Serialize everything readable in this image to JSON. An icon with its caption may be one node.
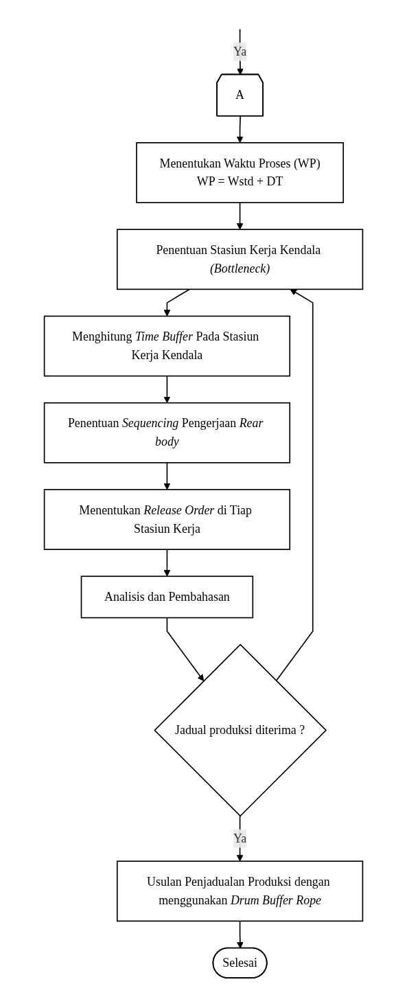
{
  "diagram": {
    "nodes": [
      {
        "text": [
          "A"
        ]
      },
      {
        "text": [
          "Menentukan Waktu Proses (WP)",
          "WP  = Wstd + DT"
        ]
      },
      {
        "text": [
          "Penentuan Stasiun Kerja Kendala *(Bottleneck)*"
        ]
      },
      {
        "text": [
          "Menghitung *Time Buffer* Pada Stasiun Kerja Kendala"
        ]
      },
      {
        "text": [
          "Penentuan *Sequencing* Pengerjaan *Rear body*"
        ]
      },
      {
        "text": [
          "Menentukan *Release Order* di Tiap Stasiun Kerja"
        ]
      },
      {
        "text": [
          "Analisis dan Pembahasan"
        ]
      },
      {
        "text": [
          "Jadual produksi diterima ?"
        ]
      },
      {
        "text": [
          "Usulan Penjadualan Produksi dengan menggunakan *Drum Buffer Rope*"
        ]
      },
      {
        "text": [
          "Selesai"
        ]
      }
    ],
    "edges": [
      {
        "from": null,
        "to": 0,
        "arrow": "to",
        "label": "Ya"
      },
      {
        "from": 0,
        "to": 1,
        "arrow": "to"
      },
      {
        "from": 1,
        "to": 2,
        "arrow": "to"
      },
      {
        "from": 2,
        "to": 3,
        "arrow": "to"
      },
      {
        "from": 3,
        "to": 4,
        "arrow": "to"
      },
      {
        "from": 4,
        "to": 5,
        "arrow": "to"
      },
      {
        "from": 5,
        "to": 6,
        "arrow": "to"
      },
      {
        "from": 6,
        "to": 7,
        "arrow": "to"
      },
      {
        "from": 7,
        "to": 8,
        "arrow": "to",
        "label": "Ya"
      },
      {
        "from": 8,
        "to": 9,
        "arrow": "to"
      },
      {
        "from": 7,
        "to": 2,
        "arrow": "to"
      }
    ]
  }
}
